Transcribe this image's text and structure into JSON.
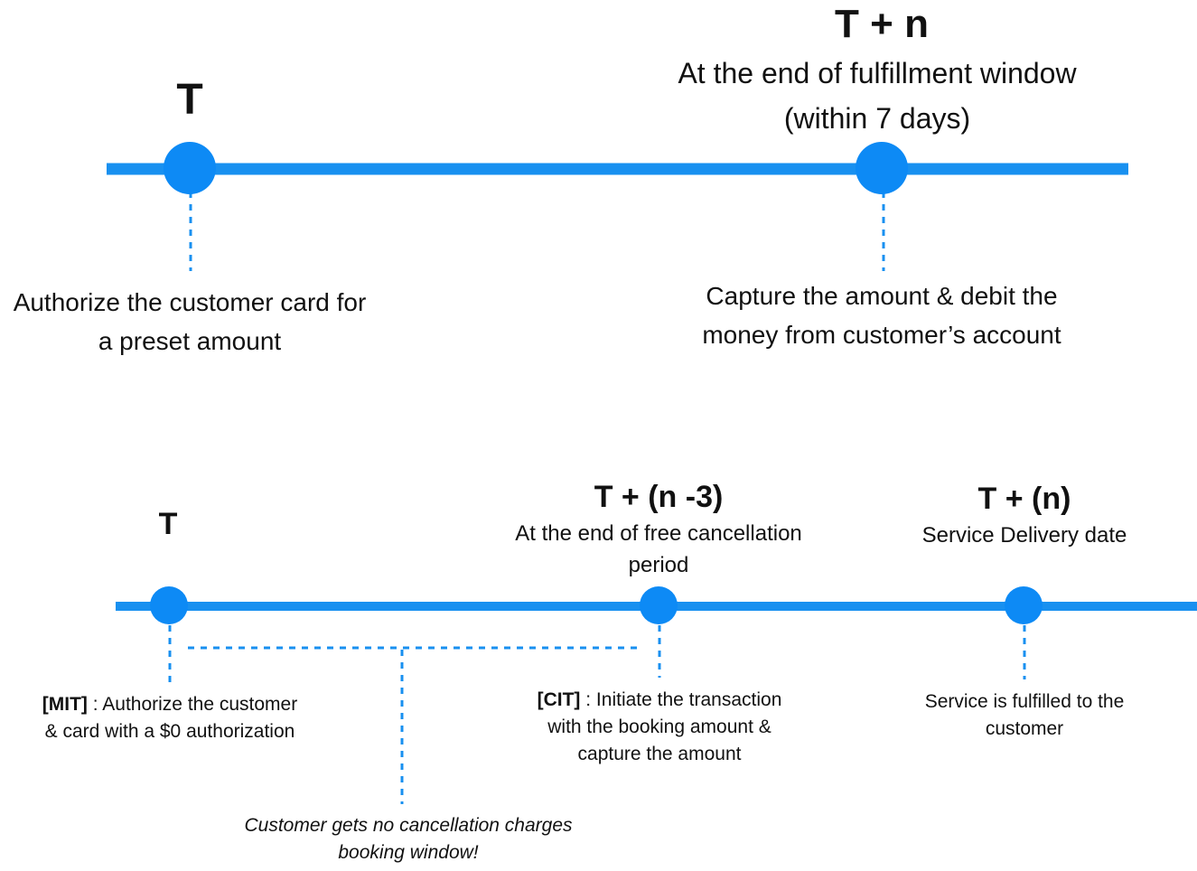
{
  "colors": {
    "line": "#1890f0",
    "dot": "#0d8af5",
    "text": "#111111",
    "background": "#ffffff"
  },
  "timeline1": {
    "start": {
      "title": "T",
      "description_line1": "Authorize the customer card for",
      "description_line2": "a preset amount"
    },
    "end": {
      "title": "T + n",
      "subtitle_line1": "At the end of fulfillment window",
      "subtitle_line2": "(within 7 days)",
      "description_line1": "Capture the amount & debit the",
      "description_line2": "money from customer’s account"
    }
  },
  "timeline2": {
    "start": {
      "title": "T",
      "tag": "[MIT]",
      "description_line1": " : Authorize the customer",
      "description_line2": "& card with a $0 authorization"
    },
    "middle": {
      "title": "T + (n -3)",
      "subtitle_line1": "At the end of free cancellation",
      "subtitle_line2": "period",
      "tag": "[CIT]",
      "description_line1": " : Initiate the transaction",
      "description_line2": "with the booking amount &",
      "description_line3": "capture the amount"
    },
    "end": {
      "title": "T + (n)",
      "subtitle": "Service Delivery date",
      "description_line1": "Service is fulfilled to the",
      "description_line2": "customer"
    },
    "window_note": {
      "line1": "Customer gets no cancellation charges",
      "line2": "booking window!"
    }
  }
}
